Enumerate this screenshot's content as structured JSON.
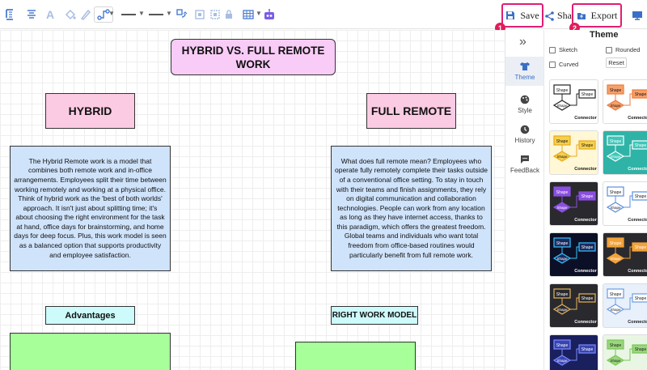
{
  "toolbar": {
    "icons": [
      "bold-text-icon",
      "text-align-icon",
      "font-icon",
      "fill-icon",
      "line-color-icon",
      "connector-icon",
      "line-style-icon",
      "line-weight-icon",
      "arrange-icon",
      "group-icon",
      "lock-icon",
      "table-icon",
      "robot-icon"
    ],
    "save_label": "Save",
    "share_label": "Share",
    "export_label": "Export",
    "save_badge": "1",
    "export_badge": "2"
  },
  "canvas": {
    "title": "HYBRID VS. FULL REMOTE WORK",
    "hybrid_heading": "HYBRID",
    "full_remote_heading": "FULL REMOTE",
    "hybrid_text": "The Hybrid Remote work is a model that combines both remote work and in-office arrangements. Employees split their time between working remotely and working at a physical office. Think of hybrid work as the 'best of both worlds' approach. It isn't just about splitting time; it's about choosing the right environment for the task at hand, office days for brainstorming, and home days for deep focus. Plus, this work model is seen as a balanced option that supports productivity and employee satisfaction.",
    "full_remote_text": "What does full remote mean? Employees who operate fully remotely complete their tasks outside of a conventional office setting. To stay in touch with their teams and finish assignments, they rely on digital communication and collaboration technologies. People can work from any location as long as they have internet access, thanks to this paradigm, which offers the greatest freedom. Global teams and individuals who want total freedom from office-based routines would particularly benefit from full remote work.",
    "advantages_label": "Advantages",
    "right_model_label": "RIGHT WORK MODEL"
  },
  "side_nav": {
    "items": [
      {
        "label": "Theme",
        "icon": "shirt-icon"
      },
      {
        "label": "Style",
        "icon": "palette-icon"
      },
      {
        "label": "History",
        "icon": "clock-icon"
      },
      {
        "label": "FeedBack",
        "icon": "feedback-icon"
      }
    ]
  },
  "theme_panel": {
    "title": "Theme",
    "sketch_label": "Sketch",
    "rounded_label": "Rounded",
    "curved_label": "Curved",
    "reset_label": "Reset",
    "thumb_shape_label": "Shape",
    "thumb_connector_label": "Connector",
    "themes": [
      {
        "bg": "#ffffff",
        "accent": "#222222",
        "fill": "#ffffff",
        "text": "#111111"
      },
      {
        "bg": "#ffffff",
        "accent": "#f07a3a",
        "fill": "#f7a06a",
        "text": "#111111"
      },
      {
        "bg": "#fff7d6",
        "accent": "#e8a81c",
        "fill": "#f6d04d",
        "text": "#111111"
      },
      {
        "bg": "#2fb3a7",
        "accent": "#ffffff",
        "fill": "#3dc6b8",
        "text": "#ffffff"
      },
      {
        "bg": "#2a2a2e",
        "accent": "#8b4fe0",
        "fill": "#8b4fe0",
        "text": "#ffffff"
      },
      {
        "bg": "#ffffff",
        "accent": "#5a8ee0",
        "fill": "#ffffff",
        "text": "#1a1a1a"
      },
      {
        "bg": "#0c1026",
        "accent": "#35c5ff",
        "fill": "#1b2a5e",
        "text": "#ffffff"
      },
      {
        "bg": "#2a2a2e",
        "accent": "#f2a23a",
        "fill": "#f2a23a",
        "text": "#ffffff"
      },
      {
        "bg": "#2a2a2e",
        "accent": "#e6b35a",
        "fill": "#2a2a2e",
        "text": "#ffffff"
      },
      {
        "bg": "#e8f0fb",
        "accent": "#6a9be2",
        "fill": "#ffffff",
        "text": "#1a1a1a"
      },
      {
        "bg": "#1a1f5e",
        "accent": "#7a8cff",
        "fill": "#3944b0",
        "text": "#ffffff"
      },
      {
        "bg": "#eaf6e4",
        "accent": "#7ac65a",
        "fill": "#9ad67c",
        "text": "#1a1a1a"
      }
    ]
  }
}
